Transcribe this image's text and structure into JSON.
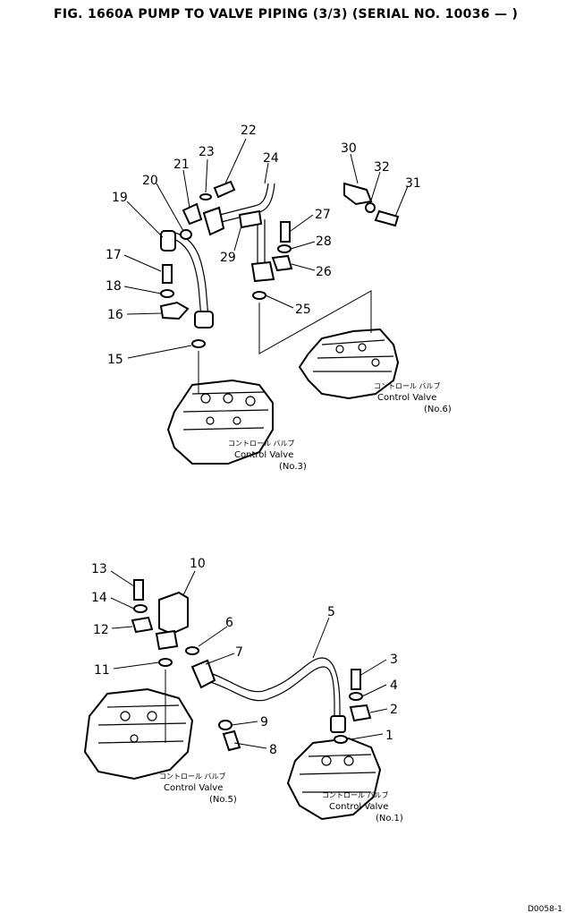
{
  "title": "FIG. 1660A  PUMP TO VALVE PIPING (3/3) (SERIAL NO. 10036 — )",
  "valves": [
    {
      "jp": "コントロール バルブ",
      "en": "Control Valve",
      "no": "(No.6)"
    },
    {
      "jp": "コントロール バルブ",
      "en": "Control Valve",
      "no": "(No.3)"
    },
    {
      "jp": "コントロール バルブ",
      "en": "Control Valve",
      "no": "(No.5)"
    },
    {
      "jp": "コントロール バルブ",
      "en": "Control Valve",
      "no": "(No.1)"
    }
  ],
  "callouts": [
    "1",
    "2",
    "3",
    "4",
    "5",
    "6",
    "7",
    "8",
    "9",
    "10",
    "11",
    "12",
    "13",
    "14",
    "15",
    "16",
    "17",
    "18",
    "19",
    "20",
    "21",
    "22",
    "23",
    "24",
    "25",
    "26",
    "27",
    "28",
    "29",
    "30",
    "31",
    "32"
  ],
  "corner_code": "D0058-1"
}
